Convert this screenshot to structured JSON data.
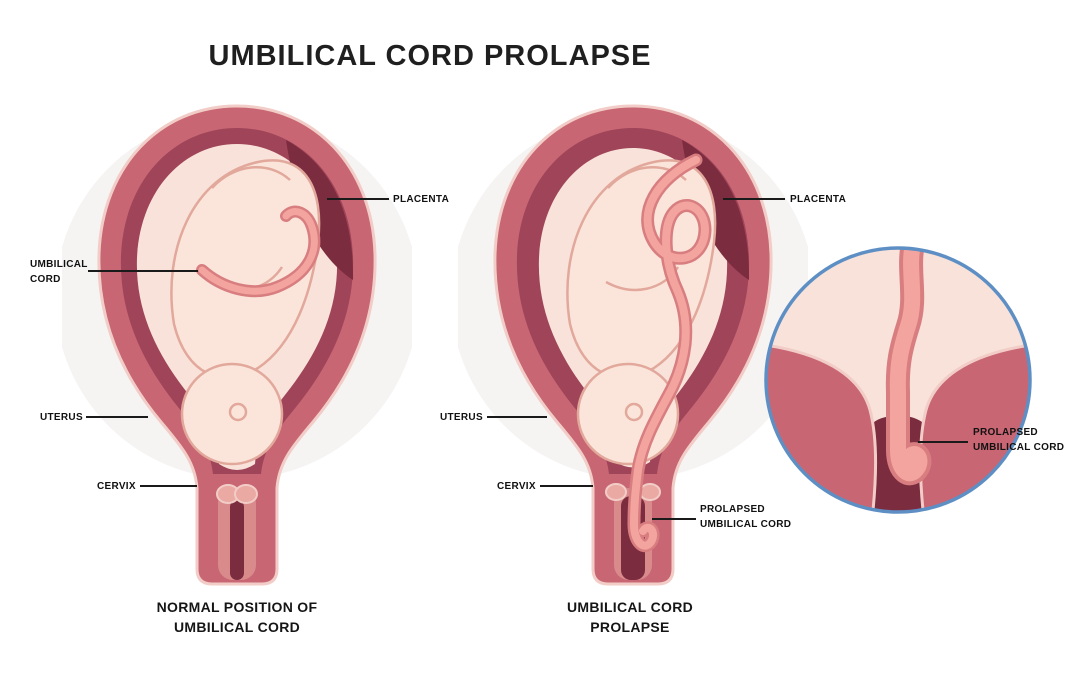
{
  "title": "UMBILICAL CORD PROLAPSE",
  "normal_panel": {
    "labels": {
      "placenta": "PLACENTA",
      "umbilical_line1": "UMBILICAL",
      "umbilical_line2": "CORD",
      "uterus": "UTERUS",
      "cervix": "CERVIX"
    },
    "caption_line1": "NORMAL POSITION OF",
    "caption_line2": "UMBILICAL CORD"
  },
  "prolapse_panel": {
    "labels": {
      "placenta": "PLACENTA",
      "uterus": "UTERUS",
      "cervix": "CERVIX",
      "prolapsed_line1": "PROLAPSED",
      "prolapsed_line2": "UMBILICAL CORD"
    },
    "caption_line1": "UMBILICAL CORD",
    "caption_line2": "PROLAPSE"
  },
  "inset_panel": {
    "labels": {
      "prolapsed_line1": "PROLAPSED",
      "prolapsed_line2": "UMBILICAL CORD"
    }
  },
  "colors": {
    "halo": "#f6f3f3",
    "uterus_outer": "#c96673",
    "uterus_edge": "#f2cdc8",
    "cavity_dark": "#a04459",
    "placenta": "#7c2c3f",
    "sac": "#f8e2d9",
    "fetus_skin": "#fbe5da",
    "fetus_line": "#e2a89c",
    "cord_edge": "#d87e80",
    "cord_fill": "#f4a49e",
    "canal_lining": "#d98b8c",
    "canal_slit": "#7c2c3f",
    "inset_ring": "#5e8fc4",
    "label_text": "#111111",
    "title_text": "#1f1f1f"
  }
}
